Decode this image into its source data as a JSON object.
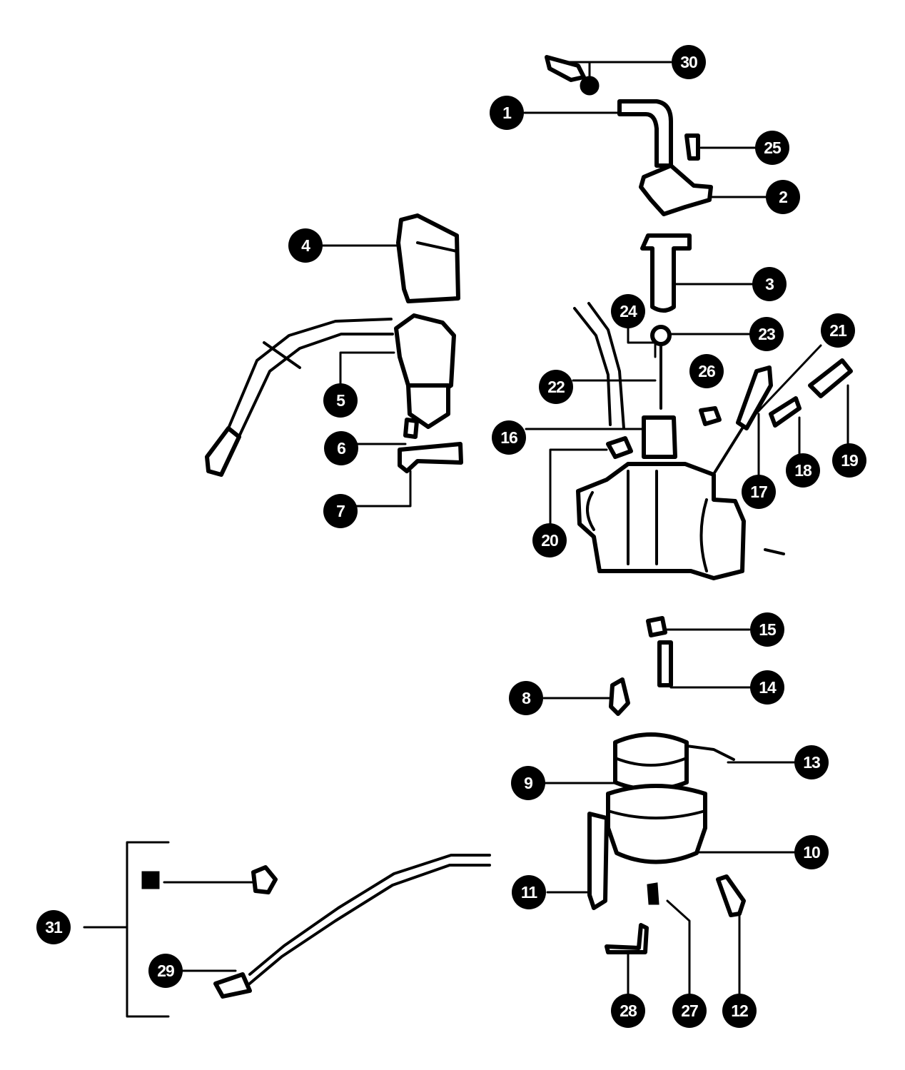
{
  "callouts": [
    {
      "id": "30",
      "label": "30"
    },
    {
      "id": "1",
      "label": "1"
    },
    {
      "id": "25",
      "label": "25"
    },
    {
      "id": "2",
      "label": "2"
    },
    {
      "id": "4",
      "label": "4"
    },
    {
      "id": "3",
      "label": "3"
    },
    {
      "id": "24",
      "label": "24"
    },
    {
      "id": "23",
      "label": "23"
    },
    {
      "id": "21",
      "label": "21"
    },
    {
      "id": "26",
      "label": "26"
    },
    {
      "id": "5",
      "label": "5"
    },
    {
      "id": "22",
      "label": "22"
    },
    {
      "id": "6",
      "label": "6"
    },
    {
      "id": "16",
      "label": "16"
    },
    {
      "id": "19",
      "label": "19"
    },
    {
      "id": "18",
      "label": "18"
    },
    {
      "id": "17",
      "label": "17"
    },
    {
      "id": "7",
      "label": "7"
    },
    {
      "id": "20",
      "label": "20"
    },
    {
      "id": "15",
      "label": "15"
    },
    {
      "id": "14",
      "label": "14"
    },
    {
      "id": "8",
      "label": "8"
    },
    {
      "id": "13",
      "label": "13"
    },
    {
      "id": "9",
      "label": "9"
    },
    {
      "id": "10",
      "label": "10"
    },
    {
      "id": "11",
      "label": "11"
    },
    {
      "id": "31",
      "label": "31"
    },
    {
      "id": "29",
      "label": "29"
    },
    {
      "id": "28",
      "label": "28"
    },
    {
      "id": "27",
      "label": "27"
    },
    {
      "id": "12",
      "label": "12"
    }
  ]
}
